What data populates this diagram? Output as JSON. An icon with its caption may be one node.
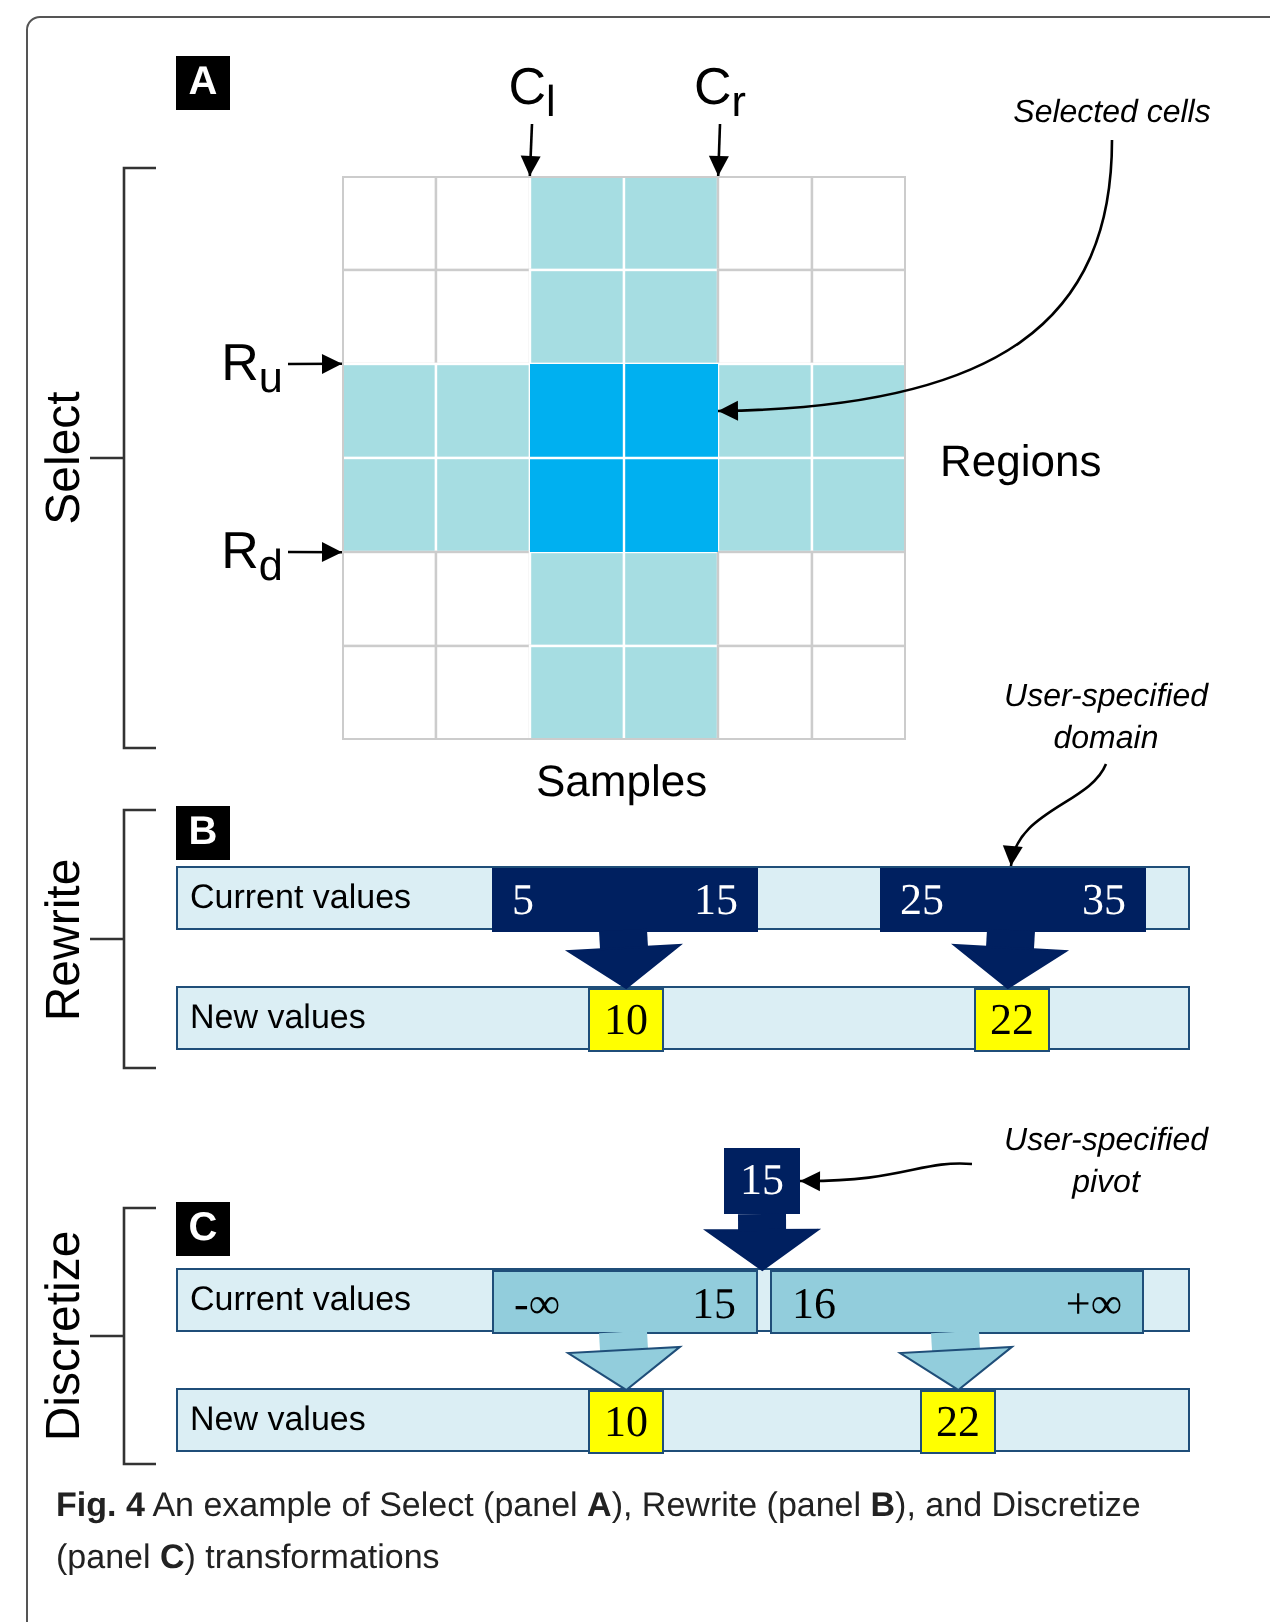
{
  "diagram": {
    "caption": "**Fig. 4** An example of Select (panel **A**), Rewrite (panel **B**), and Discretize (panel **C**) transformations",
    "nodes": [
      {
        "text": [
          "C$_{l}$"
        ]
      },
      {
        "text": [
          "C$_{r}$"
        ]
      },
      {
        "text": [
          "Selected cells"
        ]
      },
      {
        "text": [
          "R$_{u}$"
        ]
      },
      {
        "text": [],
        "shape": "box"
      },
      {
        "text": [],
        "shape": "box",
        "in": 4
      },
      {
        "text": [
          "R$_{d}$"
        ]
      },
      {
        "text": [
          "User-specified domain"
        ]
      },
      {
        "text": [
          "Current values"
        ]
      },
      {
        "text": [
          "5",
          "15"
        ],
        "in": 8
      },
      {
        "text": [
          "25",
          "35"
        ],
        "in": 8
      },
      {
        "text": [
          "New values"
        ]
      },
      {
        "text": [
          "10"
        ],
        "in": 11
      },
      {
        "text": [
          "22"
        ],
        "in": 11
      },
      {
        "text": [
          "15"
        ]
      },
      {
        "text": [
          "User-specified pivot"
        ]
      },
      {
        "text": [
          "Current values"
        ]
      },
      {
        "text": [
          "-∞",
          "15"
        ],
        "in": 16
      },
      {
        "text": [
          "16",
          "+∞"
        ],
        "in": 16
      },
      {
        "text": [
          "New values"
        ]
      },
      {
        "text": [
          "10"
        ],
        "in": 19
      },
      {
        "text": [
          "22"
        ],
        "in": 19
      }
    ],
    "edges": [
      {
        "from": 0,
        "to": 4,
        "arrow": "to"
      },
      {
        "from": 1,
        "to": 4,
        "arrow": "to"
      },
      {
        "from": 3,
        "to": 4,
        "arrow": "to"
      },
      {
        "from": 6,
        "to": 4,
        "arrow": "to"
      },
      {
        "from": 2,
        "to": 5,
        "arrow": "to"
      },
      {
        "from": 7,
        "to": 10,
        "arrow": "to"
      },
      {
        "from": 9,
        "to": 12,
        "arrow": "to",
        "style": "thick",
        "color": "#002060"
      },
      {
        "from": 10,
        "to": 13,
        "arrow": "to",
        "style": "thick",
        "color": "#002060"
      },
      {
        "from": 15,
        "to": 14,
        "arrow": "to"
      },
      {
        "from": 14,
        "to": 16,
        "arrow": "to",
        "style": "thick",
        "color": "#002060"
      },
      {
        "from": 17,
        "to": 20,
        "arrow": "to",
        "style": "thick",
        "color": "#92cddc"
      },
      {
        "from": 18,
        "to": 21,
        "arrow": "to",
        "style": "thick",
        "color": "#92cddc"
      }
    ],
    "labels": [
      "A",
      "Select",
      "Regions",
      "Samples",
      "B",
      "Rewrite",
      "C",
      "Discretize"
    ]
  }
}
